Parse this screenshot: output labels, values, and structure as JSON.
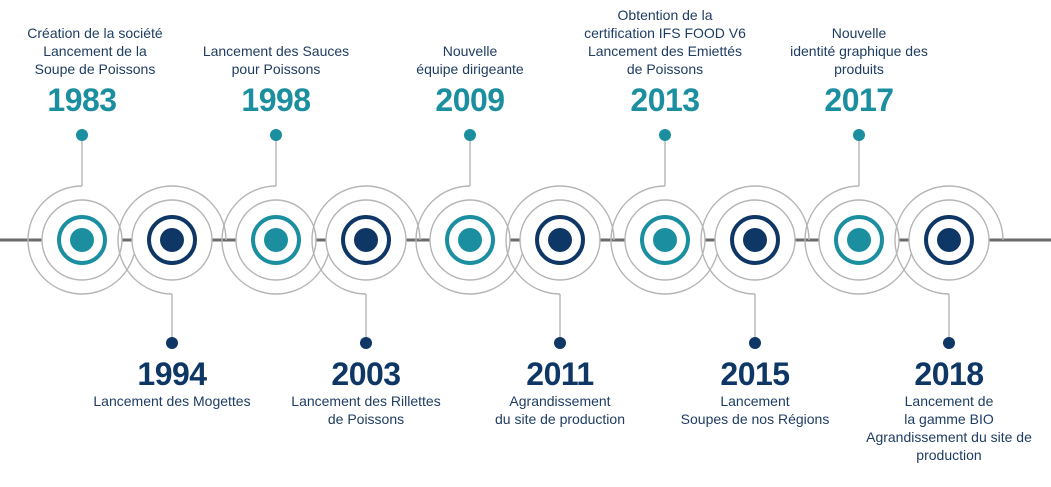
{
  "colors": {
    "teal": "#1b8fa0",
    "navy": "#0f3766",
    "axis": "#6b6b6b",
    "ring": "#b5b5b5",
    "text": "#1f3d63"
  },
  "events": [
    {
      "year": "1983",
      "position": "top",
      "color": "teal",
      "lines": [
        "Création de la société",
        "Lancement de la",
        "Soupe de Poissons"
      ]
    },
    {
      "year": "1994",
      "position": "bottom",
      "color": "navy",
      "lines": [
        "Lancement des Mogettes"
      ]
    },
    {
      "year": "1998",
      "position": "top",
      "color": "teal",
      "lines": [
        "Lancement des Sauces",
        "pour Poissons"
      ]
    },
    {
      "year": "2003",
      "position": "bottom",
      "color": "navy",
      "lines": [
        "Lancement des Rillettes",
        "de Poissons"
      ]
    },
    {
      "year": "2009",
      "position": "top",
      "color": "teal",
      "lines": [
        "Nouvelle",
        "équipe dirigeante"
      ]
    },
    {
      "year": "2011",
      "position": "bottom",
      "color": "navy",
      "lines": [
        "Agrandissement",
        "du site de production"
      ]
    },
    {
      "year": "2013",
      "position": "top",
      "color": "teal",
      "lines": [
        "Obtention de la",
        "certification IFS FOOD V6",
        "Lancement des Emiettés",
        "de Poissons"
      ]
    },
    {
      "year": "2015",
      "position": "bottom",
      "color": "navy",
      "lines": [
        "Lancement",
        "Soupes de nos Régions"
      ]
    },
    {
      "year": "2017",
      "position": "top",
      "color": "teal",
      "lines": [
        "Nouvelle",
        "identité graphique des",
        "produits"
      ]
    },
    {
      "year": "2018",
      "position": "bottom",
      "color": "navy",
      "lines": [
        "Lancement de",
        "la gamme BIO",
        "Agrandissement du site de",
        "production"
      ]
    }
  ]
}
